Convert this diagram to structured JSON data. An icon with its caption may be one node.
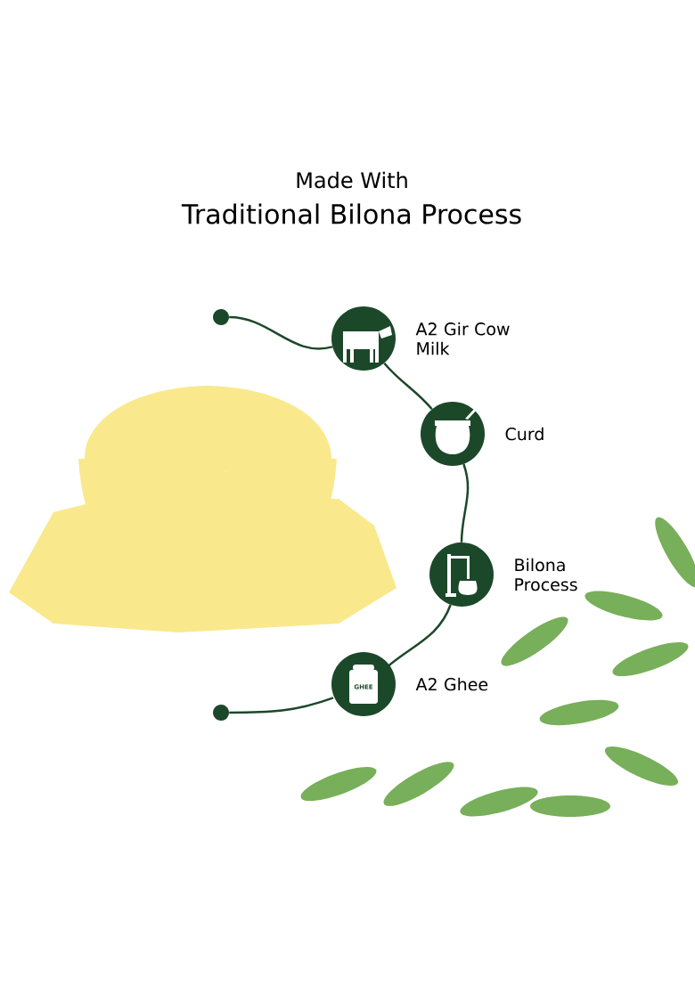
{
  "diagram": {
    "title": "Traditional Bilona Process",
    "nodes": [
      {
        "text": [],
        "shape": "circle"
      },
      {
        "text": [],
        "shape": "circle",
        "beside": [
          "A2 Gir Cow Milk"
        ]
      },
      {
        "text": [],
        "shape": "circle",
        "beside": [
          "Curd"
        ]
      },
      {
        "text": [],
        "shape": "circle",
        "beside": [
          "Bilona Process"
        ]
      },
      {
        "text": [
          "GHEE"
        ],
        "beside": [
          "A2 Ghee"
        ]
      },
      {
        "text": [],
        "shape": "circle"
      }
    ],
    "edges": [
      {
        "from": 0,
        "to": 1,
        "arrow": "none"
      },
      {
        "from": 1,
        "to": 2,
        "arrow": "none"
      },
      {
        "from": 2,
        "to": 3,
        "arrow": "none"
      },
      {
        "from": 3,
        "to": 4,
        "arrow": "none"
      },
      {
        "from": 4,
        "to": 5,
        "arrow": "none"
      }
    ],
    "labels": [
      "Made With"
    ]
  }
}
